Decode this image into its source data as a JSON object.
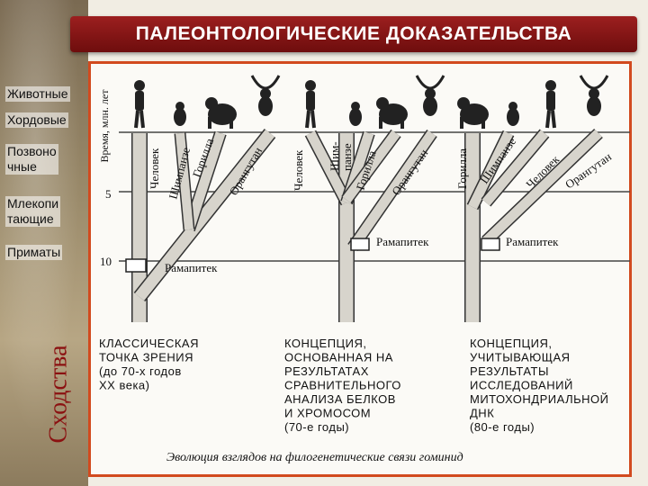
{
  "title": "ПАЛЕОНТОЛОГИЧЕСКИЕ ДОКАЗАТЕЛЬСТВА",
  "categories": [
    "Животные",
    "Хордовые",
    "Позвоно\nчные",
    "Млекопи\nтающие",
    "Приматы"
  ],
  "side_label": "Сходства",
  "axis": {
    "label": "Время, млн. лет",
    "ticks": [
      "5",
      "10"
    ]
  },
  "diagrams": [
    {
      "branches": [
        "Человек",
        "Шимпанзе",
        "Горилла",
        "Орангутан"
      ],
      "node_label": "Рамапитек",
      "concept": [
        "КЛАССИЧЕСКАЯ",
        "ТОЧКА ЗРЕНИЯ",
        "(до 70-х годов",
        "XX века)"
      ]
    },
    {
      "branches": [
        "Человек",
        "Шим-\nпанзе",
        "Горилла",
        "Орангутан"
      ],
      "node_label": "Рамапитек",
      "concept": [
        "КОНЦЕПЦИЯ,",
        "ОСНОВАННАЯ НА",
        "РЕЗУЛЬТАТАХ",
        "СРАВНИТЕЛЬНОГО",
        "АНАЛИЗА БЕЛКОВ",
        "И ХРОМОСОМ",
        "(70-е годы)"
      ]
    },
    {
      "branches": [
        "Горилла",
        "Шимпанзе",
        "Человек",
        "Орангутан"
      ],
      "node_label": "Рамапитек",
      "concept": [
        "КОНЦЕПЦИЯ,",
        "УЧИТЫВАЮЩАЯ",
        "РЕЗУЛЬТАТЫ",
        "ИССЛЕДОВАНИЙ",
        "МИТОХОНДРИАЛЬНОЙ",
        "ДНК",
        "(80-е годы)"
      ]
    }
  ],
  "caption": "Эволюция взглядов на филогенетические связи гоминид"
}
